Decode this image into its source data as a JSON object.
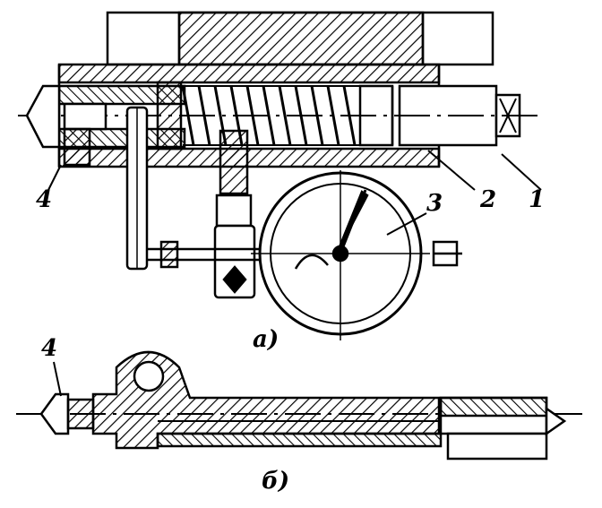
{
  "labels": {
    "part_1": "1",
    "part_2": "2",
    "part_3": "3",
    "part_4_top": "4",
    "part_4_bottom": "4",
    "caption_a": "а)",
    "caption_b": "б)"
  },
  "colors": {
    "ink": "#000000",
    "paper": "#ffffff"
  }
}
